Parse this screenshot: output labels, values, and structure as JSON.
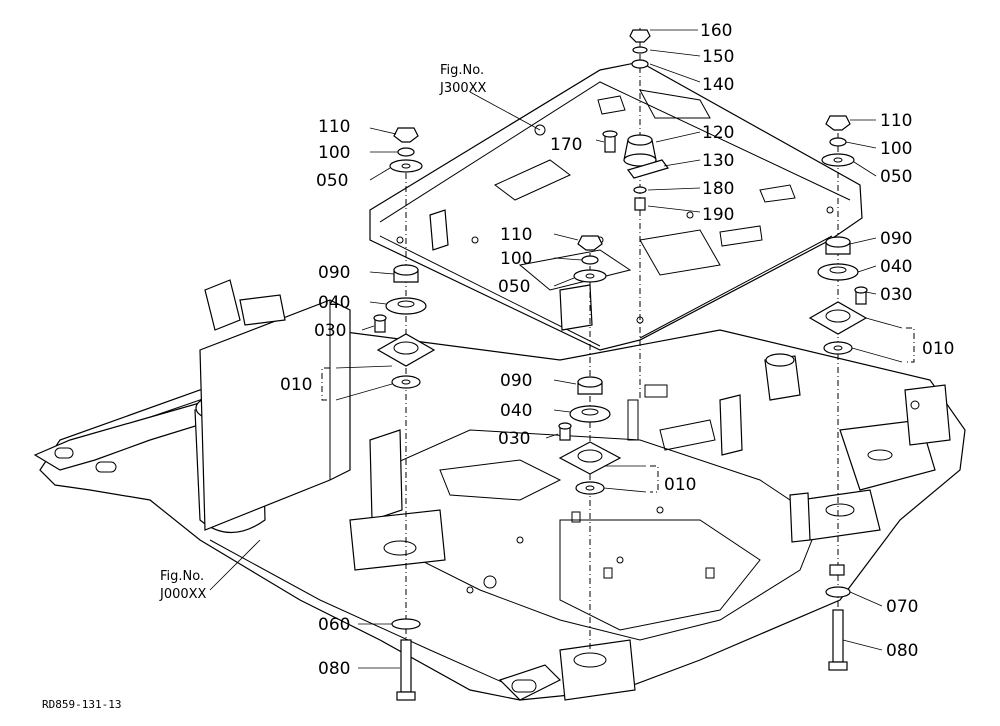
{
  "figure_refs": {
    "upper": {
      "line1": "Fig.No.",
      "line2": "J300XX"
    },
    "lower": {
      "line1": "Fig.No.",
      "line2": "J000XX"
    }
  },
  "callouts": {
    "c160": "160",
    "c150": "150",
    "c140": "140",
    "c120": "120",
    "c170": "170",
    "c130": "130",
    "c180": "180",
    "c190": "190",
    "l110": "110",
    "l100": "100",
    "l050": "050",
    "l090": "090",
    "l040": "040",
    "l030": "030",
    "l010": "010",
    "m110": "110",
    "m100": "100",
    "m050": "050",
    "n090": "090",
    "n040": "040",
    "n030": "030",
    "n010": "010",
    "r110": "110",
    "r100": "100",
    "r050": "050",
    "r090": "090",
    "r040": "040",
    "r030": "030",
    "r010": "010",
    "b060": "060",
    "b080": "080",
    "b070": "070",
    "b080r": "080"
  },
  "drawing_code": "RD859-131-13"
}
